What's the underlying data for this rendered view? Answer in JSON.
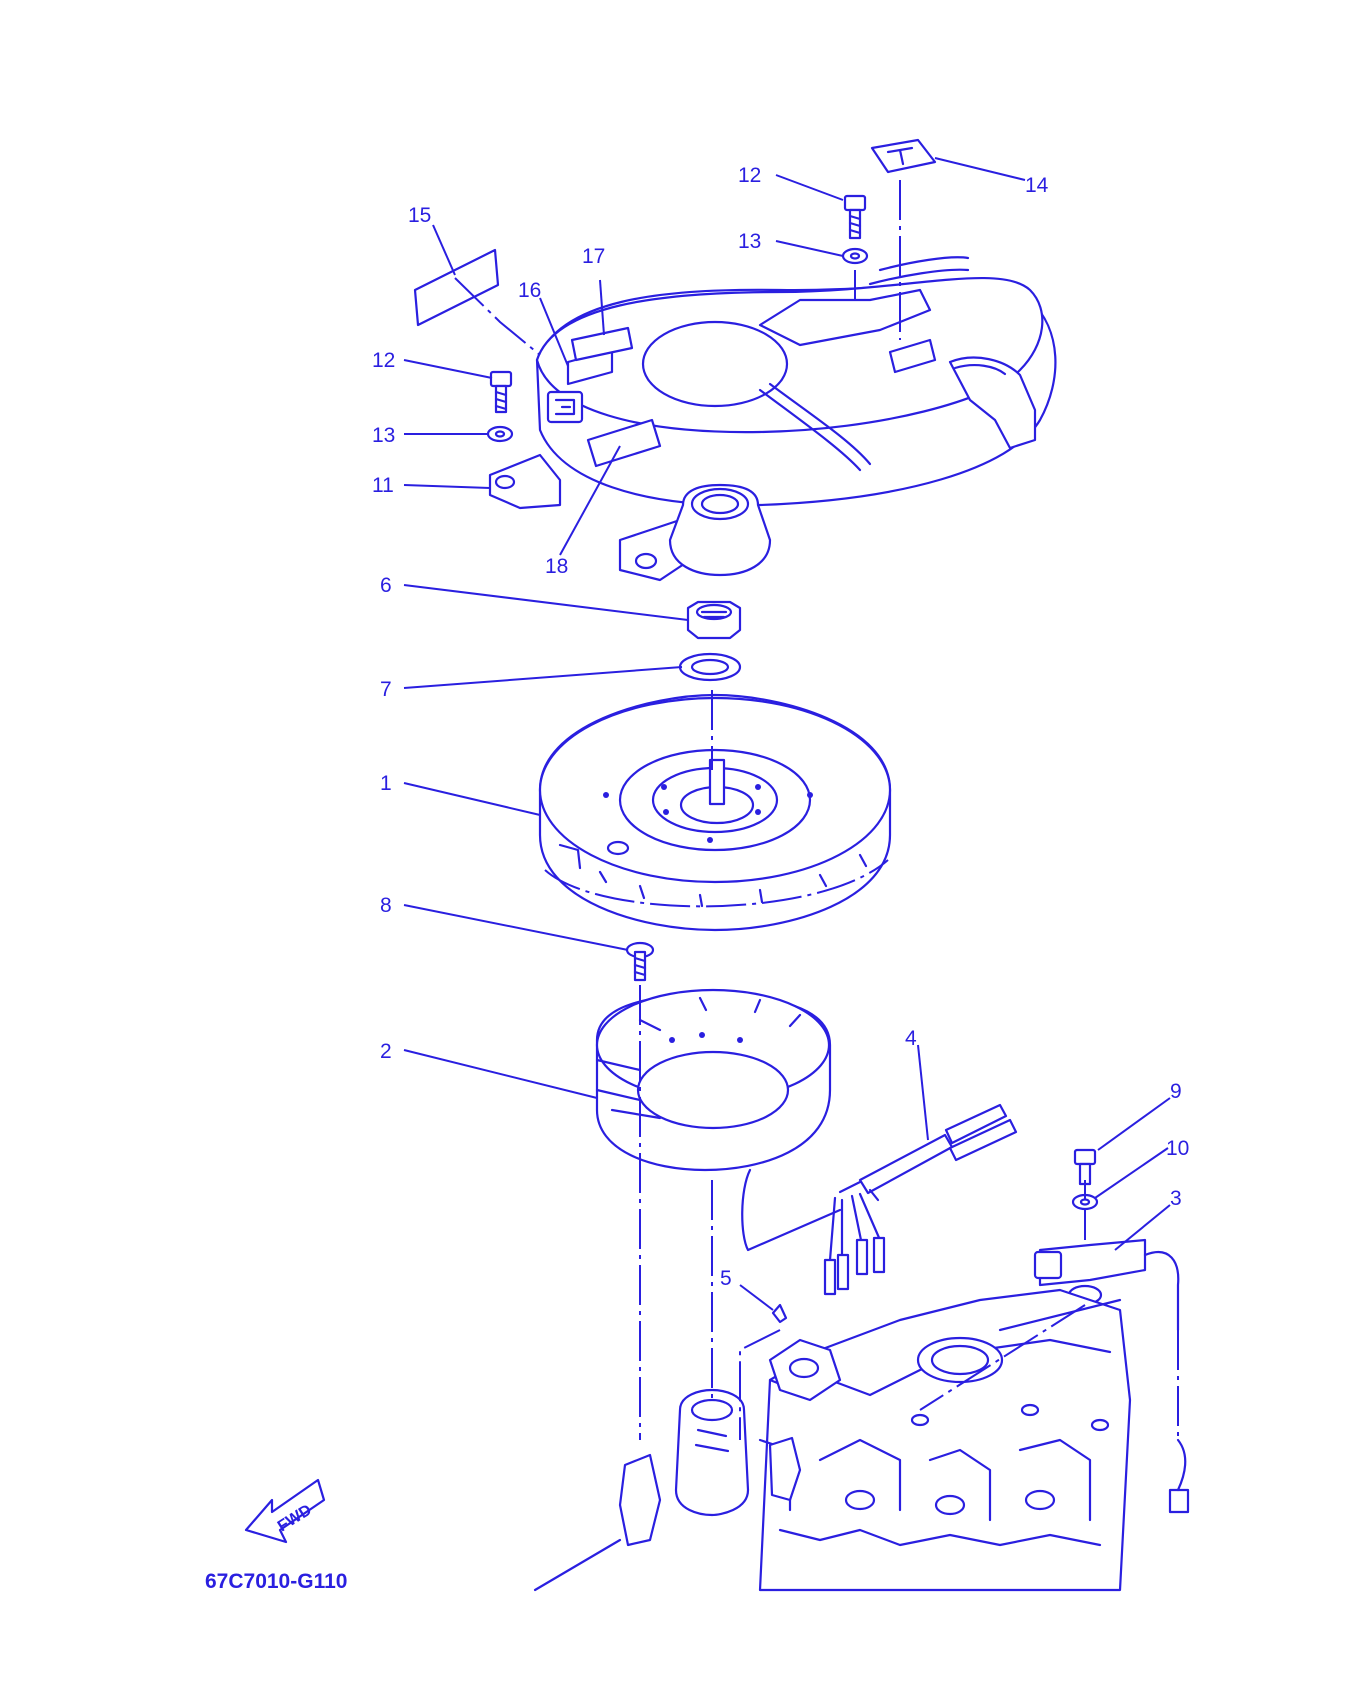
{
  "diagram": {
    "callouts": {
      "c1": "1",
      "c2": "2",
      "c3": "3",
      "c4": "4",
      "c5": "5",
      "c6": "6",
      "c7": "7",
      "c8": "8",
      "c9": "9",
      "c10": "10",
      "c11": "11",
      "c12a": "12",
      "c12b": "12",
      "c13a": "13",
      "c13b": "13",
      "c14": "14",
      "c15": "15",
      "c16": "16",
      "c17": "17",
      "c18": "18"
    },
    "drawing_code": "67C7010-G110",
    "fwd_label": "FWD",
    "line_color": "#2a1fe0"
  }
}
